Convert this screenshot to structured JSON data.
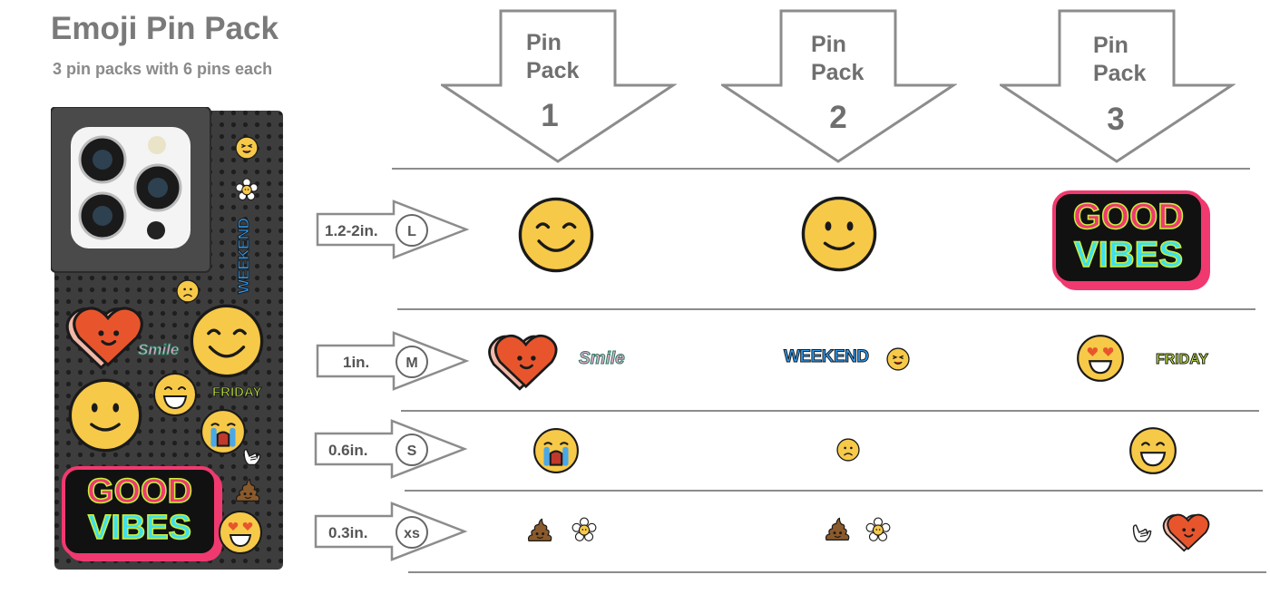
{
  "header": {
    "title": "Emoji Pin Pack",
    "subtitle": "3 pin packs with 6 pins each"
  },
  "packs": [
    {
      "label_line1": "Pin",
      "label_line2": "Pack",
      "number": "1"
    },
    {
      "label_line1": "Pin",
      "label_line2": "Pack",
      "number": "2"
    },
    {
      "label_line1": "Pin",
      "label_line2": "Pack",
      "number": "3"
    }
  ],
  "sizes": [
    {
      "text": "1.2-2in.",
      "letter": "L"
    },
    {
      "text": "1in.",
      "letter": "M"
    },
    {
      "text": "0.6in.",
      "letter": "S"
    },
    {
      "text": "0.3in.",
      "letter": "xs"
    }
  ],
  "stickers": {
    "good": "GOOD",
    "vibes": "VIBES",
    "weekend": "WEEKEND",
    "friday": "FRIDAY",
    "smile": "Smile"
  },
  "colors": {
    "case": "#3d3d3d",
    "emoji_yellow": "#f7c948",
    "heart": "#e8552d",
    "arrow_stroke": "#8c8c8c",
    "good_pink": "#f0396f",
    "vibes_cyan": "#3ee0ee",
    "weekend_blue": "#2d9cf5",
    "friday_green": "#c8f03c"
  }
}
